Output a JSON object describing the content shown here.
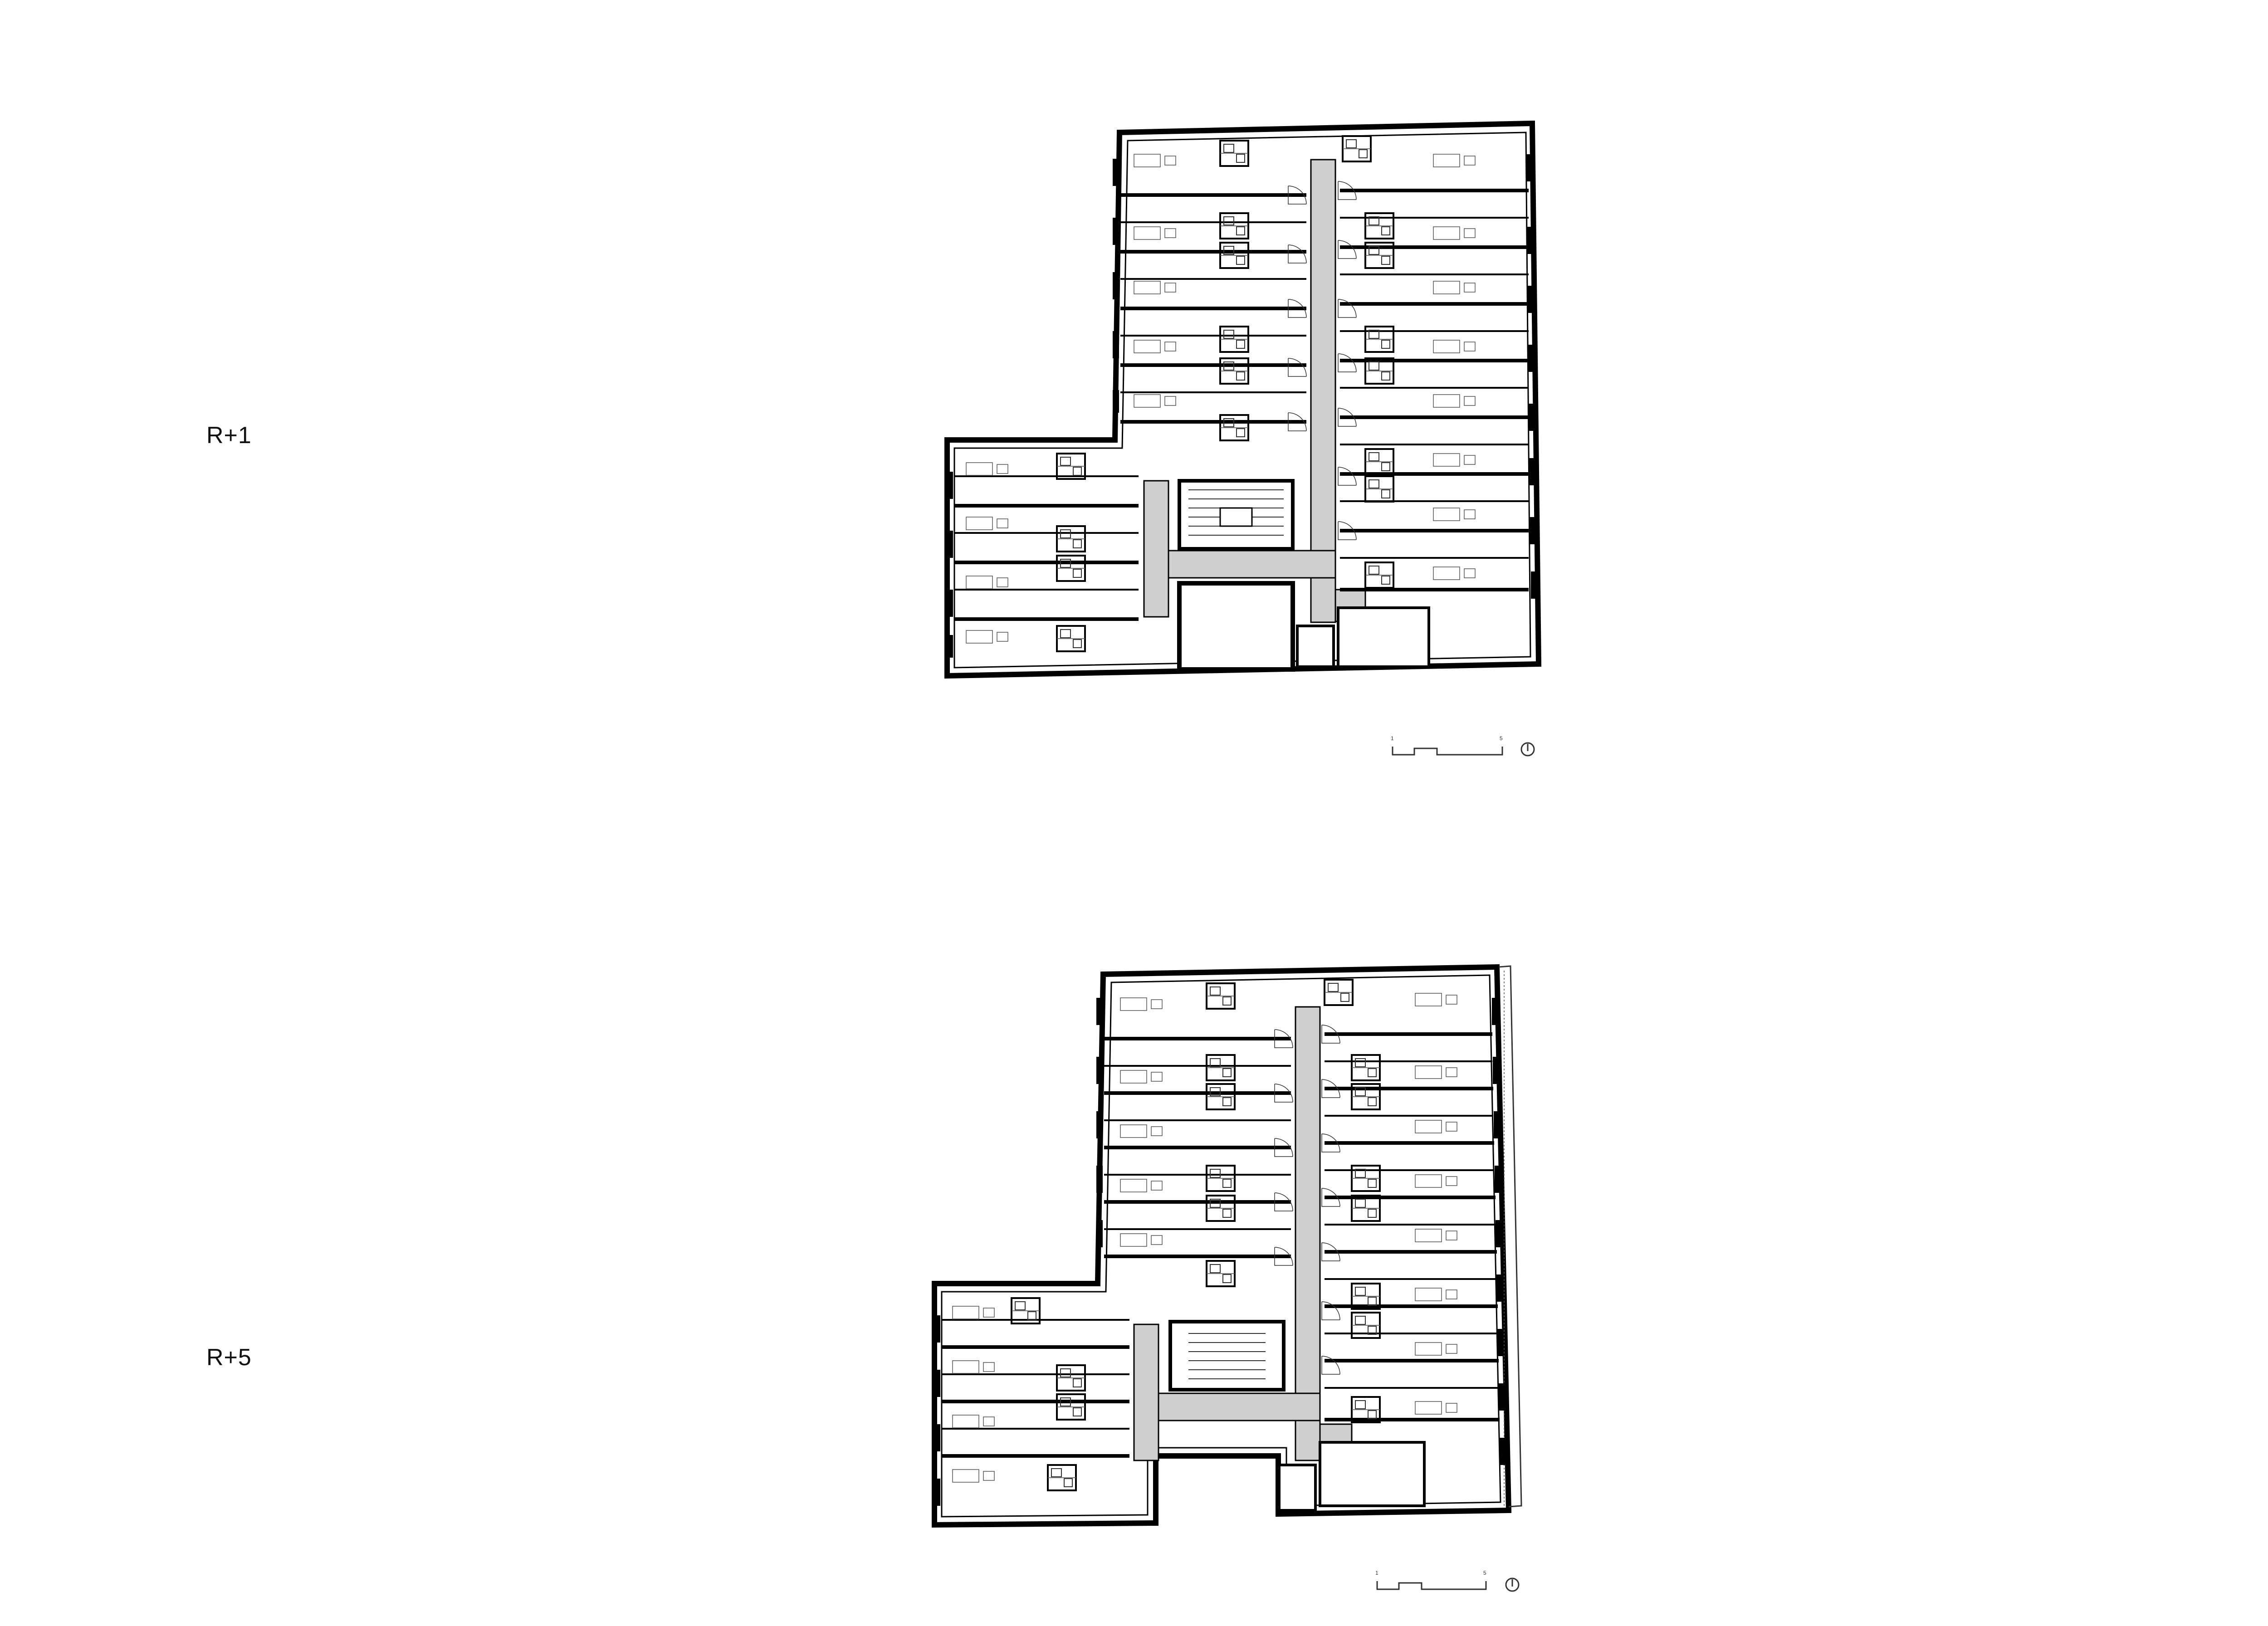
{
  "floors": [
    {
      "label": "R+1",
      "scale": {
        "tick_start": "1",
        "tick_end": "5"
      }
    },
    {
      "label": "R+5",
      "scale": {
        "tick_start": "1",
        "tick_end": "5"
      }
    }
  ],
  "colors": {
    "wall": "#000000",
    "corridor": "#cfcfcf",
    "background": "#ffffff",
    "line": "#333333"
  },
  "icons": [
    "north-arrow-icon",
    "scale-bar-icon",
    "stair-icon",
    "door-swing-icon"
  ]
}
